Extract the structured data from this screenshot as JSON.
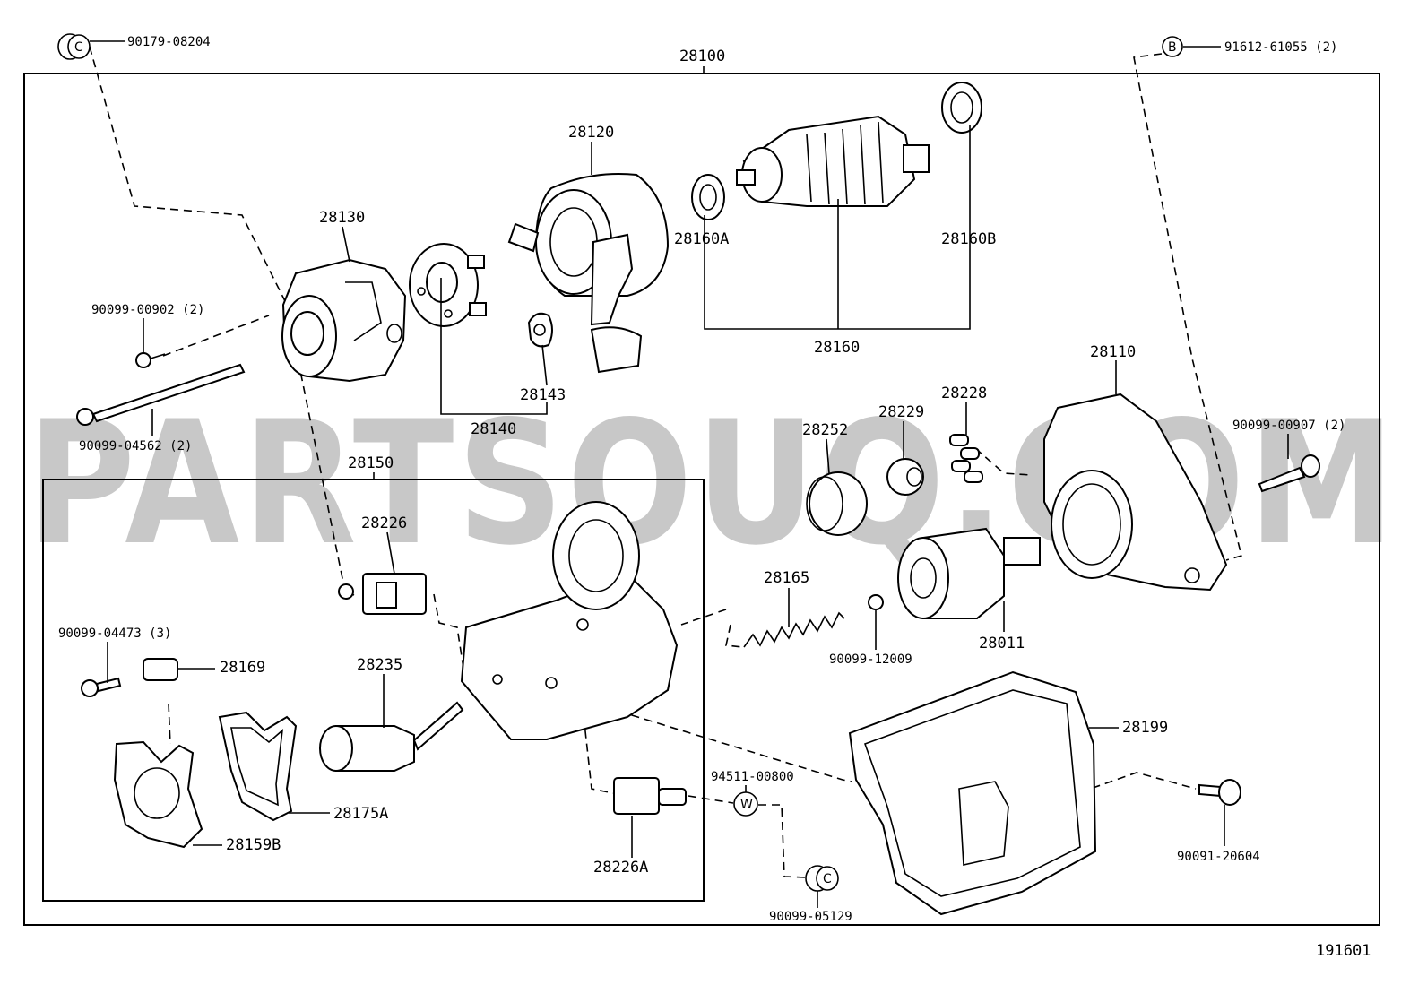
{
  "watermark": "PARTSOUQ.COM",
  "figure_number": "191601",
  "labels": {
    "p28100": "28100",
    "p28120": "28120",
    "p28130": "28130",
    "p28140": "28140",
    "p28143": "28143",
    "p28160": "28160",
    "p28160A": "28160A",
    "p28160B": "28160B",
    "p28110": "28110",
    "p28228": "28228",
    "p28229": "28229",
    "p28252": "28252",
    "p28150": "28150",
    "p28226": "28226",
    "p28165": "28165",
    "p28011": "28011",
    "p28169": "28169",
    "p28235": "28235",
    "p28199": "28199",
    "p28175A": "28175A",
    "p28159B": "28159B",
    "p28226A": "28226A",
    "b90179_08204": "90179-08204",
    "b91612_61055": "91612-61055 (2)",
    "b90099_00902": "90099-00902 (2)",
    "b90099_04562": "90099-04562 (2)",
    "b90099_00907": "90099-00907 (2)",
    "b90099_04473": "90099-04473 (3)",
    "b90099_12009": "90099-12009",
    "b94511_00800": "94511-00800",
    "b90091_20604": "90091-20604",
    "b90099_05129": "90099-05129"
  },
  "symbols": {
    "c": "C",
    "b": "B",
    "w": "W"
  }
}
